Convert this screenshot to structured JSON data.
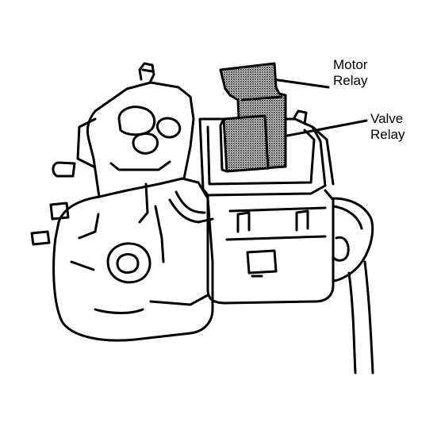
{
  "labels": {
    "motor_relay": {
      "line1": "Motor",
      "line2": "Relay"
    },
    "valve_relay": {
      "line1": "Valve",
      "line2": "Relay"
    }
  },
  "colors": {
    "ink": "#000000",
    "paper": "#ffffff",
    "relay_fill": "#9a9a9a"
  }
}
